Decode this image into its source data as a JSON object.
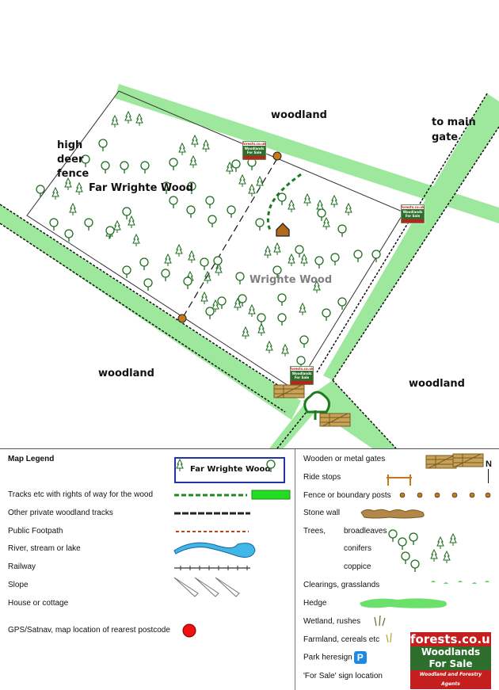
{
  "map": {
    "labels": {
      "woodland_top": "woodland",
      "to_main_gate": "to main\ngate",
      "high_deer_fence": "high\ndeer\nfence",
      "far_wrighte_wood": "Far Wrighte Wood",
      "wrighte_wood": "Wrighte Wood",
      "woodland_left": "woodland",
      "woodland_right": "woodland"
    },
    "sign": {
      "site": "forests.co.uk",
      "line1": "Woodlands",
      "line2": "For Sale",
      "tagline": "Woodland and Forestry Agents"
    },
    "colors": {
      "road": "#9ee89e",
      "tree": "#1e6e1e",
      "track": "#1e8a1e",
      "footpath": "#b5451b",
      "post": "#c47a1a",
      "gate": "#c9a25a"
    }
  },
  "legend": {
    "title": "Map Legend",
    "sample_name": "Far Wrighte Wood",
    "north": "N",
    "items_left": [
      "Tracks etc with rights of way for the wood",
      "Other private woodland tracks",
      "Public Footpath",
      "River, stream or lake",
      "Railway",
      "Slope",
      "House or cottage",
      "GPS/Satnav, map location of rearest postcode"
    ],
    "items_right": {
      "gates": "Wooden or metal gates",
      "ride_stops": "Ride stops",
      "posts": "Fence or boundary posts",
      "stone_wall": "Stone wall",
      "trees": "Trees,",
      "broadleaves": "broadleaves",
      "conifers": "conifers",
      "coppice": "coppice",
      "clearings": "Clearings, grasslands",
      "hedge": "Hedge",
      "wetland": "Wetland, rushes",
      "farmland": "Farmland, cereals etc",
      "park": "Park heresign",
      "park_icon": "P",
      "for_sale": "'For Sale'  sign location"
    }
  }
}
